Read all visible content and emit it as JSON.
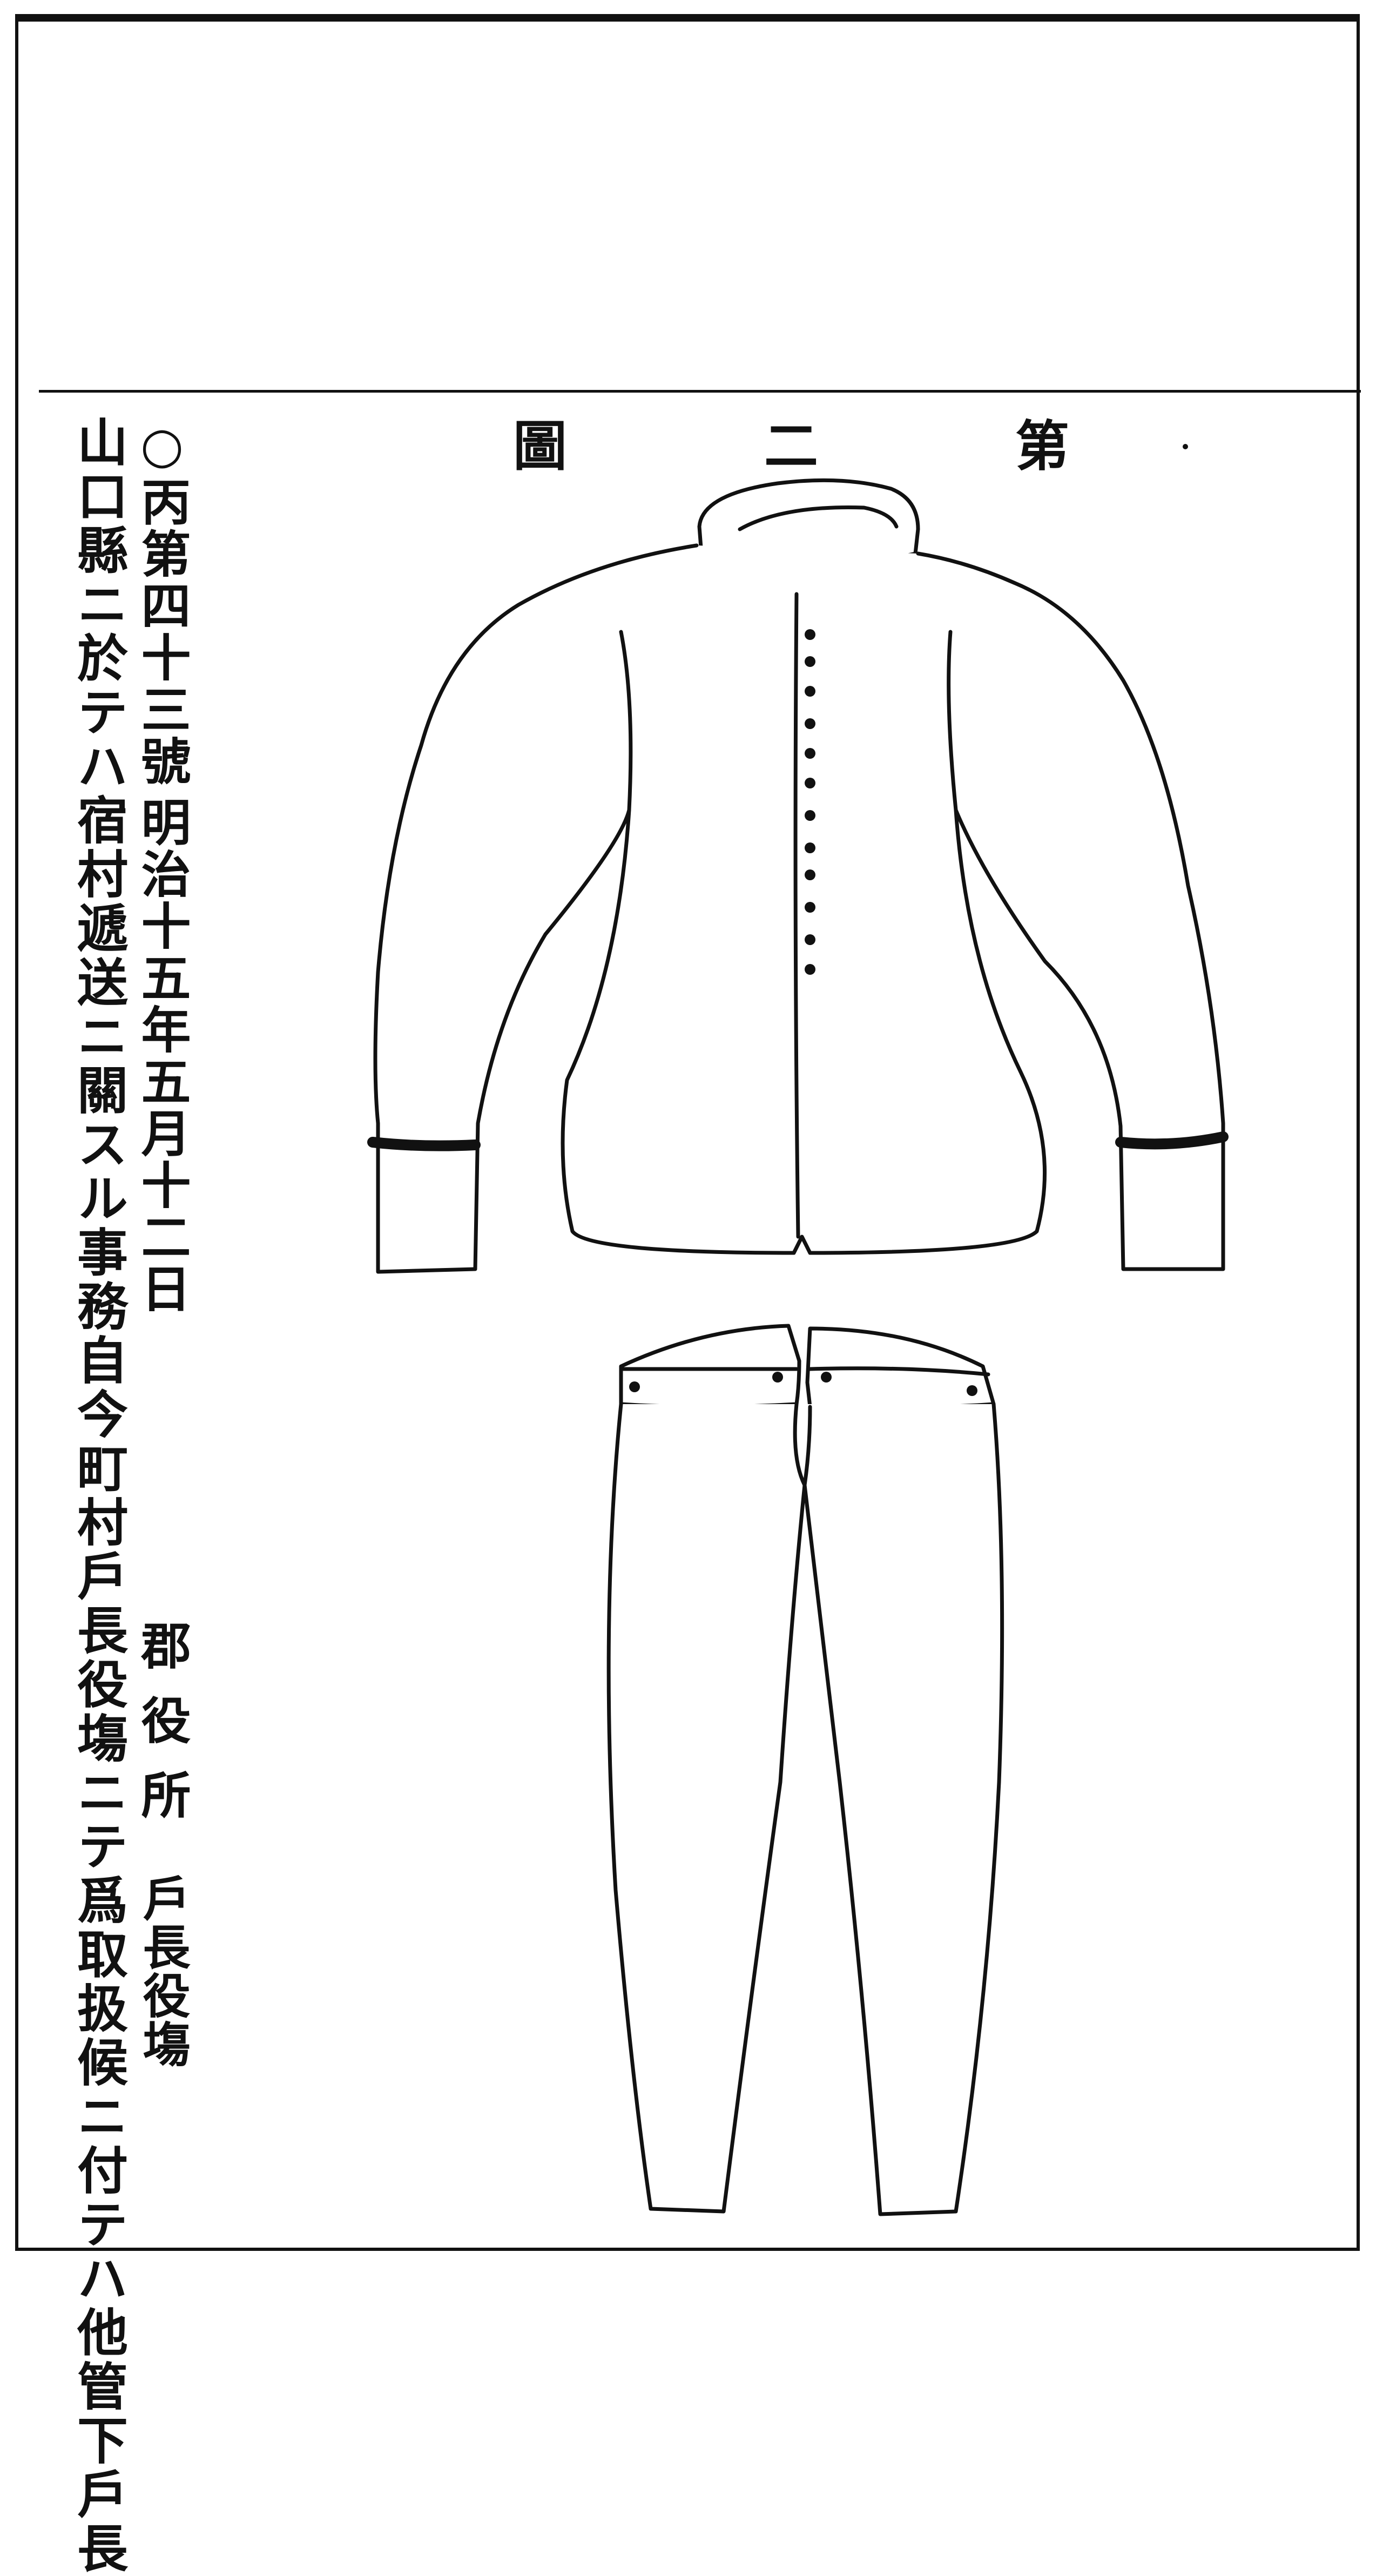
{
  "document": {
    "figure_title": [
      "第",
      "二",
      "圖"
    ],
    "notice_number": "○丙第四十三號",
    "date": "明治十五年五月十二日",
    "office": "郡役所",
    "role": "戶長役塲",
    "body_line": "山口縣ニ於テハ宿村遞送ニ關スル事務自今町村戶長役塲ニテ爲取扱候ニ付テハ他管下戶長"
  },
  "illustration": {
    "items": [
      "jacket",
      "trousers"
    ],
    "stroke_color": "#111111",
    "fill_color": "#ffffff"
  }
}
